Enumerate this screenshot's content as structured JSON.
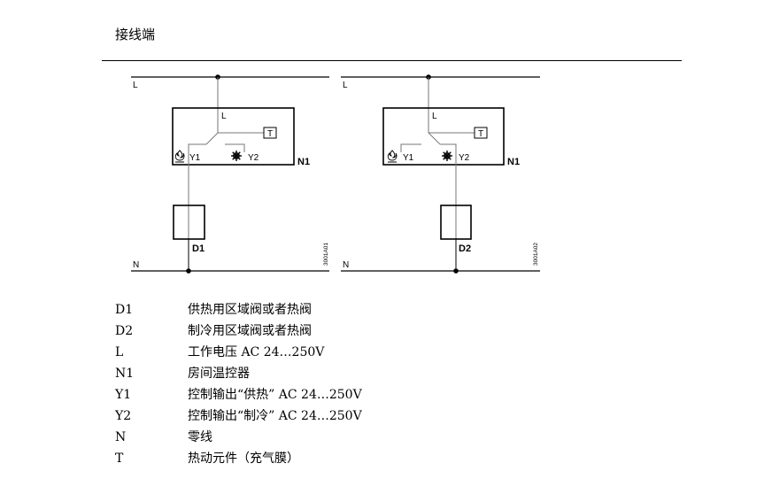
{
  "section_title": "接线端",
  "diagram_1": {
    "line_label": "L",
    "neutral_label": "N",
    "switch_label": "L",
    "sensor_label": "T",
    "output_y1": "Y1",
    "output_y2": "Y2",
    "device_label": "N1",
    "valve_label": "D1",
    "figure_code": "3001A01"
  },
  "diagram_2": {
    "line_label": "L",
    "neutral_label": "N",
    "switch_label": "L",
    "sensor_label": "T",
    "output_y1": "Y1",
    "output_y2": "Y2",
    "device_label": "N1",
    "valve_label": "D2",
    "figure_code": "3001A02"
  },
  "icons": {
    "heating": "flame-icon",
    "cooling": "snowflake-icon"
  },
  "legend": [
    {
      "code": "D1",
      "description": "供热用区域阀或者热阀"
    },
    {
      "code": "D2",
      "description": "制冷用区域阀或者热阀"
    },
    {
      "code": "L",
      "description": "工作电压 AC 24…250V"
    },
    {
      "code": "N1",
      "description": "房间温控器"
    },
    {
      "code": "Y1",
      "description": "控制输出“供热” AC 24…250V"
    },
    {
      "code": "Y2",
      "description": "控制输出“制冷” AC 24…250V"
    },
    {
      "code": "N",
      "description": "零线"
    },
    {
      "code": "T",
      "description": "热动元件（充气膜）"
    }
  ]
}
